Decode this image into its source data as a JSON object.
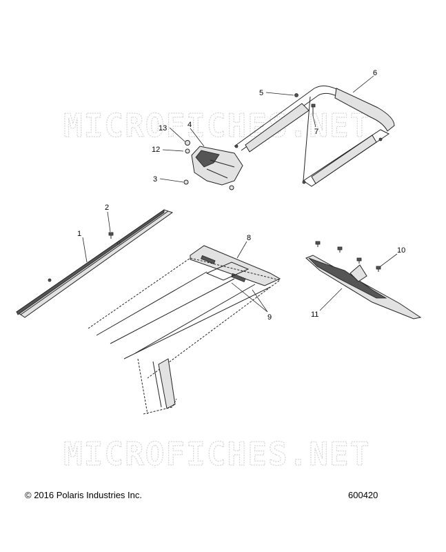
{
  "watermark": "MICROFICHES.NET",
  "footer": {
    "copyright": "© 2016 Polaris Industries Inc.",
    "drawing_number": "600420"
  },
  "callouts": [
    "1",
    "2",
    "3",
    "4",
    "5",
    "6",
    "7",
    "8",
    "9",
    "10",
    "11",
    "12",
    "13"
  ]
}
